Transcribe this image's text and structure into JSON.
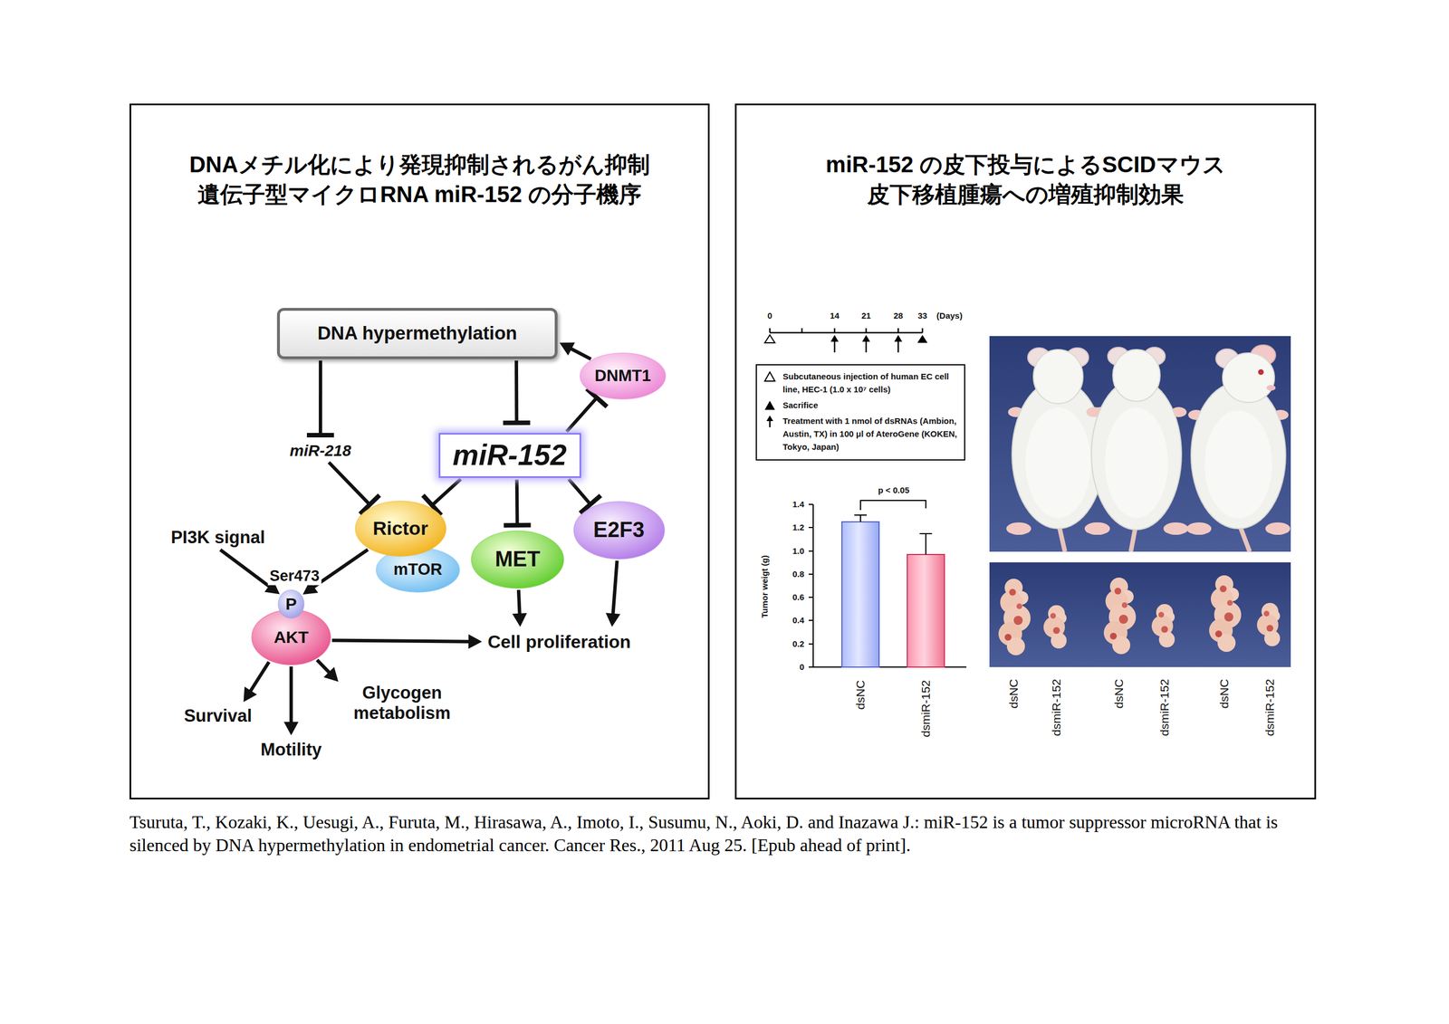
{
  "diagram": {
    "caption": "Tsuruta, T., Kozaki, K., Uesugi, A., Furuta, M., Hirasawa, A., Imoto, I., Susumu, N., Aoki, D. and Inazawa J.: miR-152 is a tumor suppressor microRNA that is silenced by DNA hypermethylation in endometrial cancer. Cancer Res., 2011 Aug 25. [Epub ahead of print].",
    "nodes": [
      {
        "text": [
          "DNAメチル化により発現抑制されるがん抑制 遺伝子型マイクロRNA miR-152 の分子機序"
        ]
      },
      {
        "text": [
          "DNA hypermethylation"
        ],
        "in": 0
      },
      {
        "text": [
          "DNMT1"
        ],
        "in": 0
      },
      {
        "text": [
          "miR-218"
        ],
        "in": 0
      },
      {
        "text": [
          "miR-152"
        ],
        "in": 0
      },
      {
        "text": [
          "Rictor"
        ],
        "in": 0
      },
      {
        "text": [
          "mTOR"
        ],
        "in": 0
      },
      {
        "text": [
          "MET"
        ],
        "in": 0
      },
      {
        "text": [
          "E2F3"
        ],
        "in": 0
      },
      {
        "text": [
          "PI3K signal"
        ],
        "in": 0
      },
      {
        "text": [
          "P"
        ],
        "in": 0
      },
      {
        "text": [
          "AKT"
        ],
        "in": 0
      },
      {
        "text": [
          "Cell proliferation"
        ],
        "in": 0
      },
      {
        "text": [
          "Survival"
        ],
        "in": 0
      },
      {
        "text": [
          "Motility"
        ],
        "in": 0
      },
      {
        "text": [
          "Glycogen metabolism"
        ],
        "in": 0
      },
      {
        "text": [
          "miR-152 の皮下投与によるSCIDマウス 皮下移植腫瘍への増殖抑制効果"
        ]
      }
    ],
    "edges": [
      {
        "from": 1,
        "to": 3,
        "arrow": "to"
      },
      {
        "from": 1,
        "to": 4,
        "arrow": "to"
      },
      {
        "from": 2,
        "to": 1,
        "arrow": "to"
      },
      {
        "from": 4,
        "to": 2,
        "arrow": "to"
      },
      {
        "from": 3,
        "to": 5,
        "arrow": "to"
      },
      {
        "from": 4,
        "to": 5,
        "arrow": "to"
      },
      {
        "from": 4,
        "to": 7,
        "arrow": "to"
      },
      {
        "from": 4,
        "to": 8,
        "arrow": "to"
      },
      {
        "from": 9,
        "to": 10,
        "arrow": "to"
      },
      {
        "from": 5,
        "to": 10,
        "arrow": "to"
      },
      {
        "from": 7,
        "to": 12,
        "arrow": "to"
      },
      {
        "from": 8,
        "to": 12,
        "arrow": "to"
      },
      {
        "from": 11,
        "to": 12,
        "arrow": "to"
      },
      {
        "from": 11,
        "to": 13,
        "arrow": "to"
      },
      {
        "from": 11,
        "to": 14,
        "arrow": "to"
      },
      {
        "from": 11,
        "to": 15,
        "arrow": "to"
      }
    ],
    "labels": [
      "Ser473",
      "0",
      "14",
      "21",
      "28",
      "33",
      "(Days)",
      "1.4",
      "1.2",
      "1.0",
      "0.8",
      "0.6",
      "0.4",
      "0.2",
      "0",
      "Tumor weigt (g)",
      "p < 0.05",
      "dsNC",
      "dsmiR-152",
      "dsNC",
      "dsmiR-152",
      "dsNC",
      "dsmiR-152",
      "dsNC",
      "dsmiR-152"
    ],
    "legend": [
      {
        "text": "Subcutaneous injection of human EC cell line, HEC-1 (1.0 x 10⁷ cells)"
      },
      {
        "text": "Sacrifice"
      },
      {
        "text": "Treatment with 1 nmol of dsRNAs (Ambion, Austin, TX) in 100 μl of AteroGene (KOKEN, Tokyo, Japan)"
      }
    ]
  }
}
